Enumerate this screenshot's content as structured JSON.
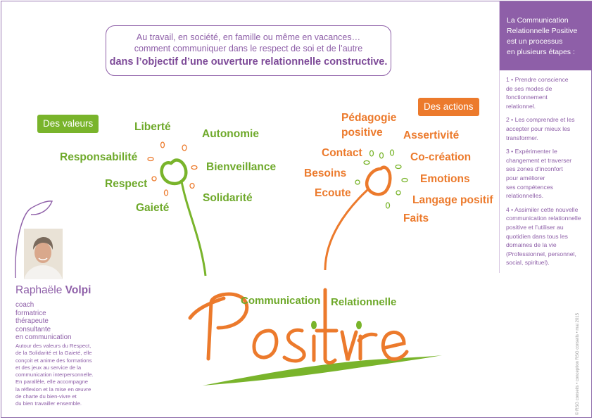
{
  "intro": {
    "line1": "Au travail, en société, en famille ou même en vacances…",
    "line2": "comment communiquer dans le respect de soi et de l’autre",
    "line3": "dans l’objectif d’une ouverture relationnelle constructive."
  },
  "values": {
    "tag": "Des valeurs",
    "words": [
      "Liberté",
      "Autonomie",
      "Responsabilité",
      "Bienveillance",
      "Respect",
      "Solidarité",
      "Gaieté"
    ]
  },
  "actions": {
    "tag": "Des actions",
    "words": [
      "Pédagogie",
      "positive",
      "Assertivité",
      "Contact",
      "Co-création",
      "Besoins",
      "Emotions",
      "Ecoute",
      "Langage positif",
      "Faits"
    ]
  },
  "title": {
    "communication": "Communication",
    "relationnelle": "Relationnelle",
    "positive": "Positive"
  },
  "sidebar": {
    "heading": [
      "La Communication",
      "Relationnelle Positive",
      "est un processus",
      "en plusieurs étapes :"
    ],
    "steps": [
      [
        "1 • Prendre conscience",
        "de ses modes de",
        "fonctionnement",
        "relationnel."
      ],
      [
        "2 • Les comprendre et les",
        "accepter pour mieux les",
        "transformer."
      ],
      [
        "3 • Expérimenter le",
        "changement et traverser",
        "ses zones d’inconfort",
        "pour améliorer",
        "ses compétences",
        "relationnelles."
      ],
      [
        "4 • Assimiler cette nouvelle",
        "communication relationnelle",
        "positive et l’utiliser au",
        "quotidien dans tous les",
        "domaines de la vie",
        "(Professionnel, personnel,",
        "social, spirituel)."
      ]
    ]
  },
  "person": {
    "first": "Raphaële",
    "last": "Volpi",
    "roles": [
      "coach",
      "formatrice",
      "thérapeute",
      "consultante",
      "en communication"
    ],
    "bio": [
      "Autour des valeurs du Respect,",
      "de la Solidarité et la Gaieté, elle",
      "conçoit et anime des formations",
      "et des jeux au service de la",
      "communication interpersonnelle.",
      "En parallèle, elle accompagne",
      "la réflexion et la mise en œuvre",
      "de charte du bien-vivre et",
      "du bien travailler ensemble."
    ]
  },
  "credit": "© RSG conseils • conception RSG conseils • mai 2015",
  "colors": {
    "purple": "#8e5fa8",
    "green": "#79b42b",
    "orange": "#ec7a2c"
  }
}
